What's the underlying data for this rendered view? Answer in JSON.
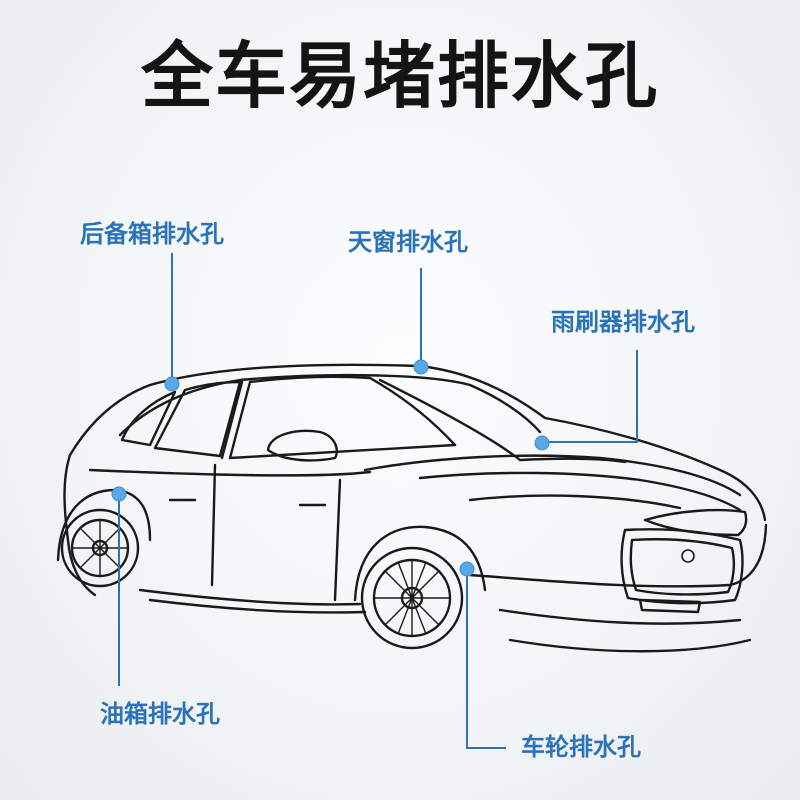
{
  "title": "全车易堵排水孔",
  "labels": {
    "trunk": "后备箱排水孔",
    "sunroof": "天窗排水孔",
    "wiper": "雨刷器排水孔",
    "fuel": "油箱排水孔",
    "wheel": "车轮排水孔"
  },
  "colors": {
    "accent": "#2a73b8",
    "marker": "#5aa8e6",
    "outline": "#1a1a1a"
  }
}
